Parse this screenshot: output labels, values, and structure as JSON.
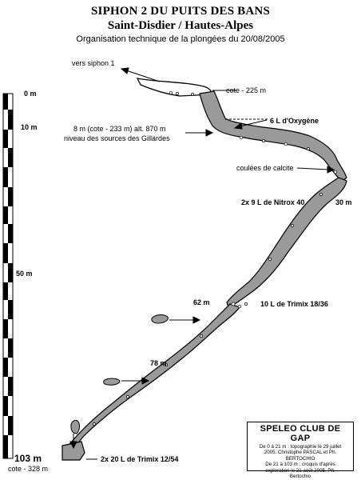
{
  "header": {
    "title": "SIPHON 2 DU PUITS DES BANS",
    "subtitle": "Saint-Disdier / Hautes-Alpes",
    "organisation": "Organisation technique de la plongées du 20/08/2005"
  },
  "scale": {
    "labels": [
      {
        "text": "0 m",
        "depth": 0
      },
      {
        "text": "10 m",
        "depth": 10
      },
      {
        "text": "50 m",
        "depth": 50
      },
      {
        "text": "103 m",
        "depth": 103
      }
    ],
    "bottom_note": "cote - 328 m"
  },
  "annotations": {
    "vers_siphon": "vers siphon 1",
    "cote_225": "cote - 225 m",
    "oxygene": "6 L d'Oxygène",
    "depth8_line1": "8 m (cote - 233 m) alt. 870 m",
    "depth8_line2": "niveau des sources des Gillardes",
    "calcite": "coulées de calcite",
    "depth30": "30 m",
    "nitrox": "2x 9 L de Nitrox 40",
    "depth62": "62 m",
    "trimix1836": "10 L de Trimix 18/36",
    "depth78": "78 m",
    "trimix1254": "2x 20 L de Trimix 12/54"
  },
  "club": {
    "name": "SPELEO CLUB DE GAP",
    "lines": [
      "De 0 à 21 m : topographie le 29 juillet",
      "2005. Christophe PASCAL et Ph.",
      "BERTOCHIO",
      "De 21 à 103 m : croquis d'après",
      "exploration le 21 août 2005. Ph.",
      "Bertochio"
    ]
  },
  "colors": {
    "gallery_fill": "#9a9a9a",
    "outline": "#000000",
    "background": "#ffffff"
  }
}
